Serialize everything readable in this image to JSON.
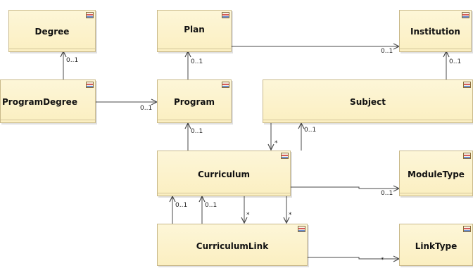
{
  "classes": {
    "degree": "Degree",
    "plan": "Plan",
    "institution": "Institution",
    "program_degree": "ProgramDegree",
    "program": "Program",
    "subject": "Subject",
    "curriculum": "Curriculum",
    "module_type": "ModuleType",
    "curriculum_link": "CurriculumLink",
    "link_type": "LinkType"
  },
  "multiplicities": {
    "degree_zero_one": "0..1",
    "plan_zero_one": "0..1",
    "plan_institution": "0..1",
    "institution_subject": "0..1",
    "programdegree_program": "0..1",
    "program_curriculum": "0..1",
    "subject_curriculum_many": "*",
    "subject_curriculum_one": "0..1",
    "curriculum_moduletype": "0..1",
    "link_a": "0..1",
    "link_b": "0..1",
    "link_c": "*",
    "link_d": "*",
    "linktype": "*"
  },
  "colors": {
    "box_fill": "#fbefc1",
    "box_border": "#c9b98a",
    "line": "#4a4a4a"
  }
}
